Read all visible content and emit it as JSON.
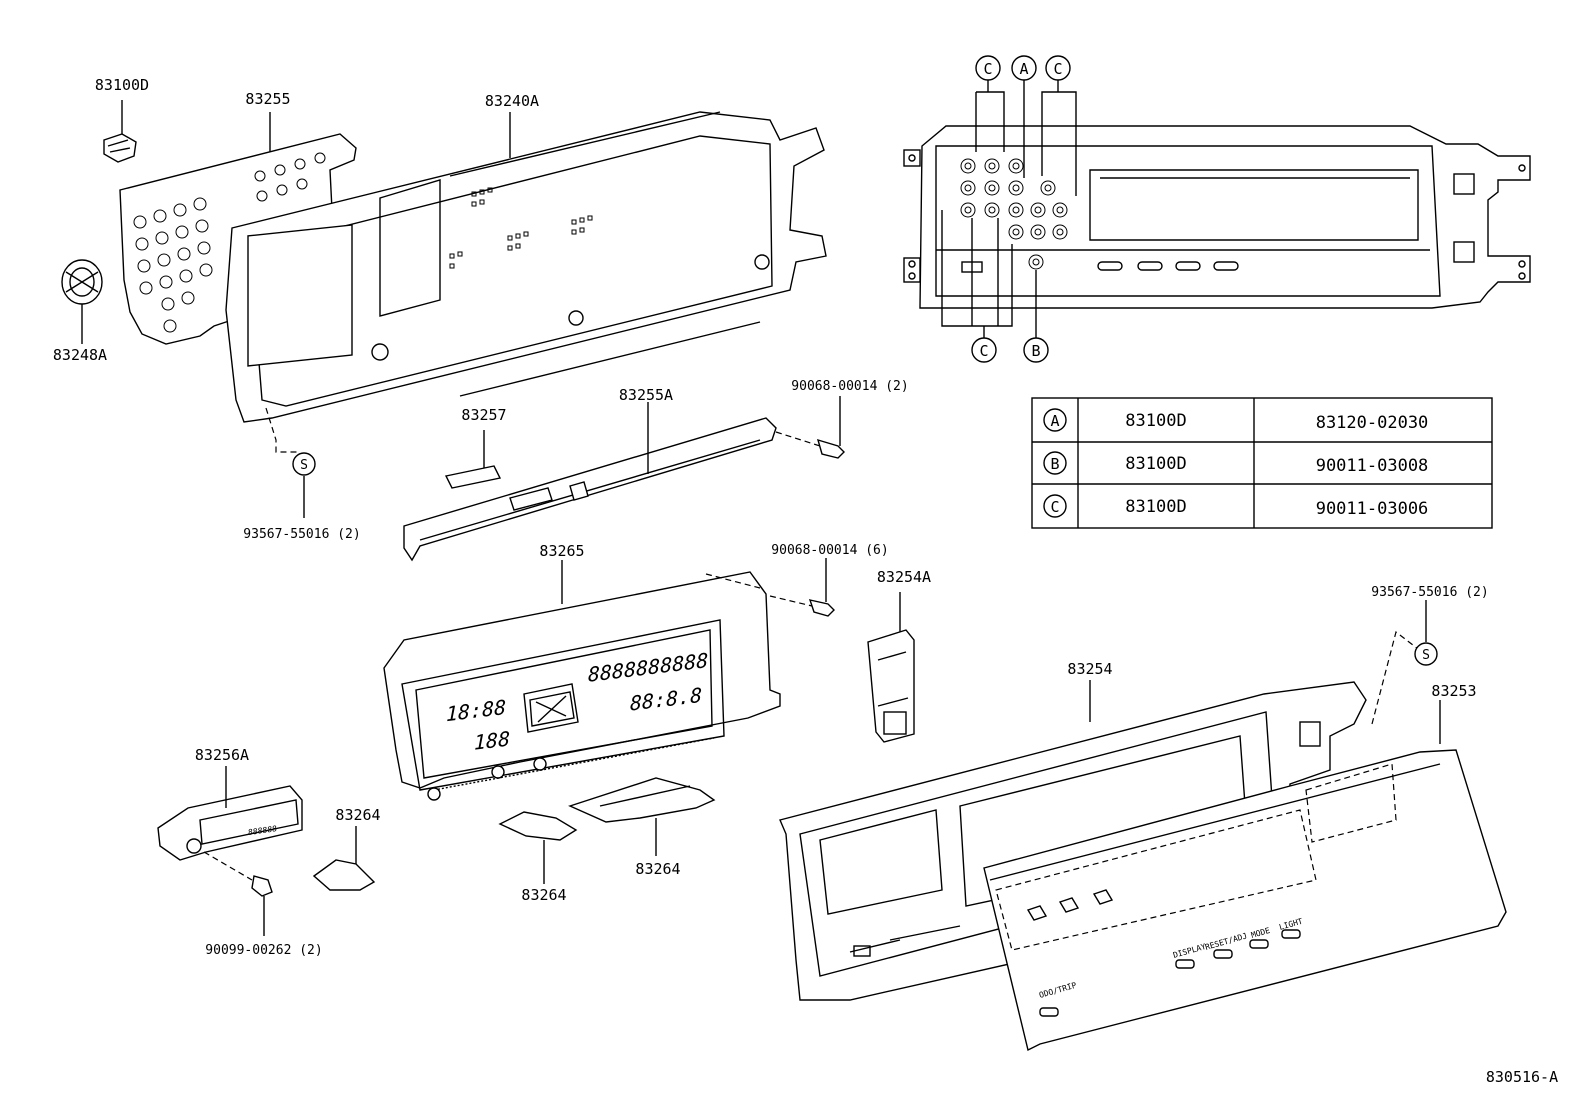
{
  "labels": {
    "p83100D": "83100D",
    "p83255": "83255",
    "p83240A": "83240A",
    "p83248A": "83248A",
    "p93567a": "93567-55016 (2)",
    "p83257": "83257",
    "p83255A": "83255A",
    "p90068a": "90068-00014 (2)",
    "p83265": "83265",
    "p90068b": "90068-00014 (6)",
    "p83254A": "83254A",
    "p93567b": "93567-55016 (2)",
    "p83254": "83254",
    "p83253": "83253",
    "p83256A": "83256A",
    "p83264a": "83264",
    "p83264b": "83264",
    "p83264c": "83264",
    "p90099": "90099-00262 (2)",
    "ref": "830516-A"
  },
  "marker_s": "S",
  "callouts": {
    "c": "C",
    "a": "A",
    "b": "B"
  },
  "lcd": {
    "digits": "8888888888",
    "clock": "18:88",
    "temp": "88:8.8",
    "small": "188",
    "mini": "888888"
  },
  "buttons": {
    "display": "DISPLAY",
    "reset": "RESET/ADJ",
    "mode": "MODE",
    "light": "LIGHT",
    "odo": "ODO/TRIP"
  },
  "table": {
    "rows": [
      {
        "mark": "A",
        "col1": "83100D",
        "col2": "83120-02030"
      },
      {
        "mark": "B",
        "col1": "83100D",
        "col2": "90011-03008"
      },
      {
        "mark": "C",
        "col1": "83100D",
        "col2": "90011-03006"
      }
    ]
  }
}
